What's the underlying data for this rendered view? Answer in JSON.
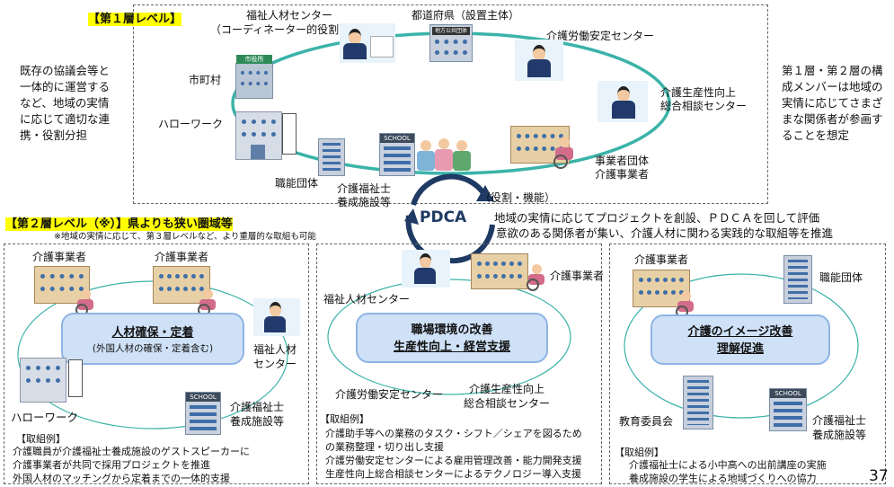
{
  "level1": {
    "title": "【第１層レベル】",
    "left_note": [
      "既存の協議会等と",
      "一体的に運営する",
      "など、地域の実情",
      "に応じて適切な連",
      "携・役割分担"
    ],
    "right_note": [
      "第１層・第２層の構",
      "成メンバーは地域の",
      "実情に応じてさまざ",
      "まな関係者が参画す",
      "ることを想定"
    ],
    "nodes": {
      "fukushi_center": "福祉人材センター",
      "coordinator": "（コーディネーター的役割）",
      "prefecture": "都道府県（設置主体）",
      "kaigo_rodo": "介護労働安定センター",
      "kaigo_seisansei_1": "介護生産性向上",
      "kaigo_seisansei_2": "総合相談センター",
      "jigyosha_dantai": "事業者団体",
      "kaigo_jigyosha": "介護事業者",
      "shokuno": "職能団体",
      "yosei_1": "介護福祉士",
      "yosei_2": "養成施設等",
      "hellowork": "ハローワーク",
      "shichoson": "市町村",
      "yakuwari": "（役割・機能）"
    },
    "sign_prefecture": "地方公共団体",
    "sign_city": "市役所",
    "sign_school": "SCHOOL"
  },
  "pdca": {
    "label": "PDCA",
    "line1": "地域の実情に応じてプロジェクトを創設、ＰＤＣＡを回して評価",
    "line2": "意欲のある関係者が集い、介護人材に関わる実践的な取組等を推進"
  },
  "level2": {
    "title": "【第２層レベル（※）】県よりも狭い圏域等",
    "note": "※地域の実情に応じて、第３層レベルなど、より重層的な取組も可能"
  },
  "box1": {
    "jigyosha_a": "介護事業者",
    "jigyosha_b": "介護事業者",
    "title": "人材確保・定着",
    "subtitle": "(外国人材の確保・定着含む)",
    "fukushi_1": "福祉人材",
    "fukushi_2": "センター",
    "hellowork": "ハローワーク",
    "yosei_1": "介護福祉士",
    "yosei_2": "養成施設等",
    "example_label": "【取組例】",
    "examples": [
      "介護職員が介護福祉士養成施設のゲストスピーカーに",
      "介護事業者が共同で採用プロジェクトを推進",
      "外国人材のマッチングから定着までの一体的支援"
    ]
  },
  "box2": {
    "jigyosha": "介護事業者",
    "fukushi": "福祉人材センター",
    "title_1": "職場環境の改善",
    "title_2": "生産性向上・経営支援",
    "rodo": "介護労働安定センター",
    "seisansei_1": "介護生産性向上",
    "seisansei_2": "総合相談センター",
    "example_label": "【取組例】",
    "examples": [
      "介護助手等への業務のタスク・シフト／シェアを図るため",
      "の業務整理・切り出し支援",
      "介護労働安定センターによる雇用管理改善・能力開発支援",
      "生産性向上総合相談センターによるテクノロジー導入支援"
    ]
  },
  "box3": {
    "jigyosha": "介護事業者",
    "shokuno": "職能団体",
    "title_1": "介護のイメージ改善",
    "title_2": "理解促進",
    "kyoiku": "教育委員会",
    "yosei_1": "介護福祉士",
    "yosei_2": "養成施設等",
    "example_label": "【取組例】",
    "examples": [
      "介護福祉士による小中高への出前講座の実施",
      "養成施設の学生による地域づくりへの協力"
    ]
  },
  "page_number": "37",
  "colors": {
    "ellipse": "#3bb3a9",
    "blue_fill": "#cfe1f7",
    "blue_border": "#8eb4e3",
    "pdca_arrow": "#1f3a63",
    "highlight": "#ffff00"
  }
}
